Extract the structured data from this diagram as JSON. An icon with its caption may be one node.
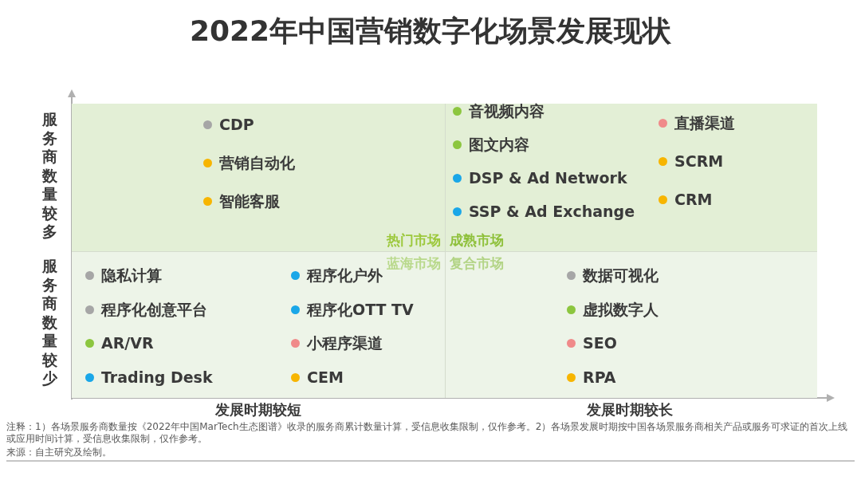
{
  "diagram": {
    "title": "2022年中国营销数字化场景发展现状",
    "nodes": [
      {
        "text": [
          "CDP",
          "营销自动化",
          "智能客服",
          "热门市场"
        ]
      },
      {
        "text": [
          "音视频内容",
          "图文内容",
          "DSP & Ad Network",
          "SSP & Ad Exchange",
          "直播渠道",
          "SCRM",
          "CRM",
          "成熟市场"
        ]
      },
      {
        "text": [
          "蓝海市场",
          "隐私计算",
          "程序化创意平台",
          "AR/VR",
          "Trading Desk",
          "程序化户外",
          "程序化OTT TV",
          "小程序渠道",
          "CEM"
        ]
      },
      {
        "text": [
          "复合市场",
          "数据可视化",
          "虚拟数字人",
          "SEO",
          "RPA"
        ]
      }
    ],
    "labels": [
      "服务商数量较多",
      "服务商数量较少",
      "发展时期较短",
      "发展时期较长",
      "注释：1）各场景服务商数量按《2022年中国MarTech生态图谱》收录的服务商累计数量计算，受信息收集限制，仅作参考。2）各场景发展时期按中国各场景服务商相关产品或服务可求证的首次上线或应用时间计算，受信息收集限制，仅作参考。",
      "来源：自主研究及绘制。"
    ]
  }
}
